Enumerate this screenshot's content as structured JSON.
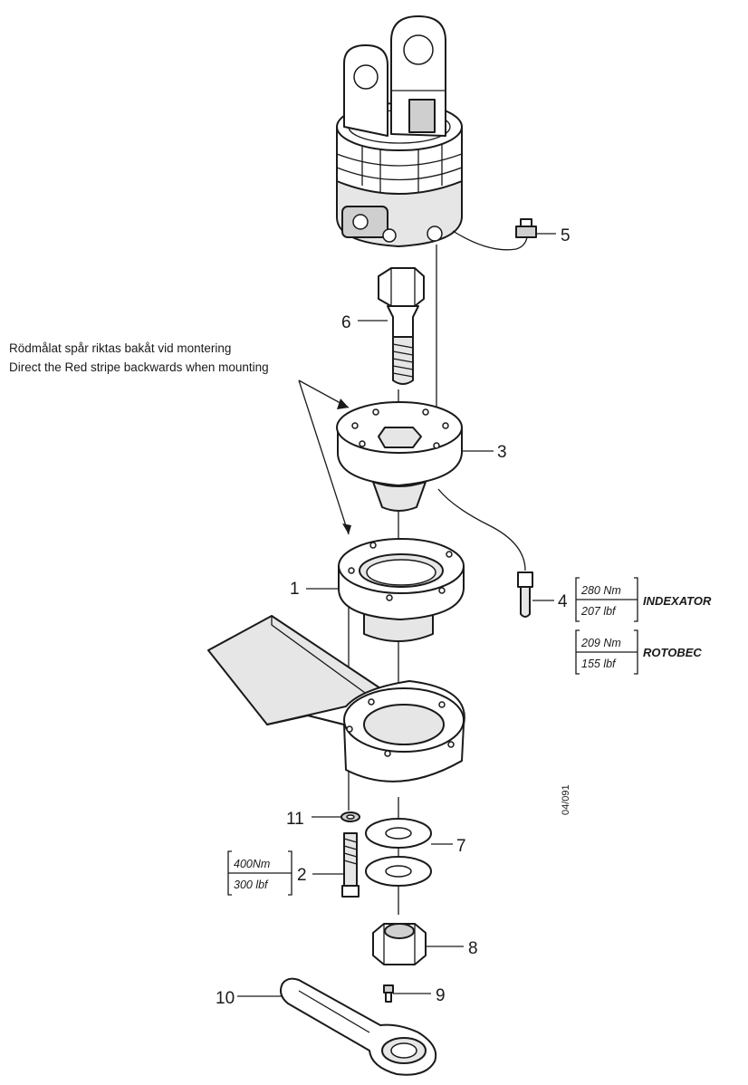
{
  "note": {
    "line_sv": "Rödmålat spår riktas bakåt vid montering",
    "line_en": "Direct the Red stripe backwards when mounting"
  },
  "callouts": [
    "1",
    "2",
    "3",
    "4",
    "5",
    "6",
    "7",
    "8",
    "9",
    "10",
    "11"
  ],
  "torque": {
    "part4_indexator": {
      "nm": "280 Nm",
      "lbf": "207 lbf",
      "brand": "INDEXATOR"
    },
    "part4_rotobec": {
      "nm": "209 Nm",
      "lbf": "155 lbf",
      "brand": "ROTOBEC"
    },
    "part2": {
      "nm": "400Nm",
      "lbf": "300 lbf"
    }
  },
  "drawing_code": "04/091"
}
